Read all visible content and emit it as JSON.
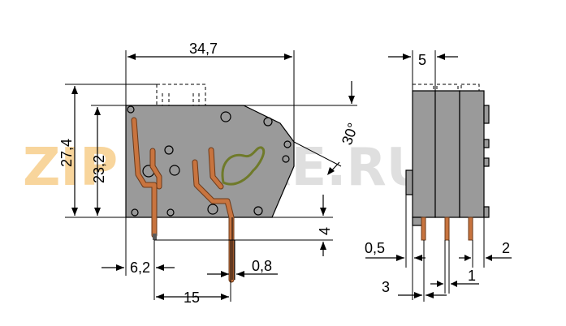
{
  "watermark": {
    "part1": "ZIP",
    "part2": "STORE.RU"
  },
  "dimensions": {
    "overall_width": "34,7",
    "height_total": "27,4",
    "height_body": "23,2",
    "angle": "30°",
    "pin_length": "4",
    "edge_offset": "6,2",
    "pin_thickness": "0,8",
    "pitch": "15",
    "side_width": "5",
    "side_offset": "0,5",
    "side_left": "3",
    "side_pin": "1",
    "side_right": "2"
  }
}
